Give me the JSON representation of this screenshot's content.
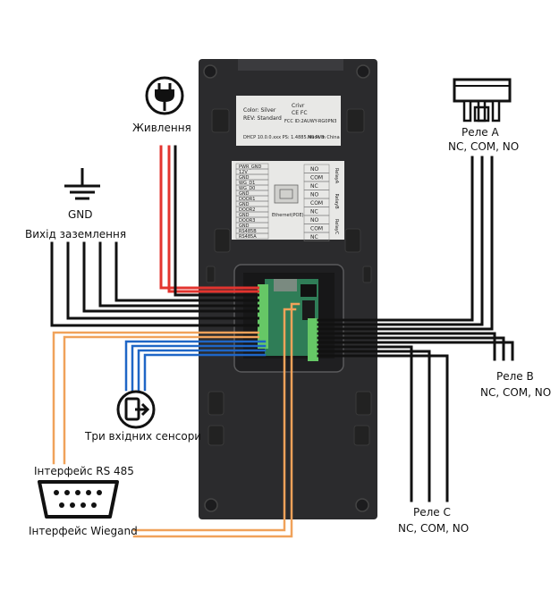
{
  "labels": {
    "power": "Живлення",
    "gnd": "GND",
    "ground_output": "Вихід заземлення",
    "relay_a_title": "Реле А",
    "relay_a_pins": "NC, COM, NO",
    "relay_b_title": "Реле В",
    "relay_b_pins": "NC, COM, NO",
    "relay_c_title": "Реле С",
    "relay_c_pins": "NC, COM, NO",
    "sensors": "Три вхідних сенсори",
    "rs485": "Інтерфейс RS 485",
    "wiegand": "Інтерфейс Wiegand"
  },
  "device_sticker": {
    "color_line": "Color: Silver",
    "rev_line": "REV: Standard",
    "brand": "Crivr",
    "fcc_line": "FCC ID:2AUWY-RG0PN3",
    "small_line": "DHCP 10.0.0.xxx  PS: 1.4885.N0 PVB",
    "made_in": "Made in China"
  },
  "terminal_table": {
    "left_pins": [
      "PWR_GND",
      "12V",
      "GND",
      "WG_D1",
      "WG_D0",
      "GND",
      "DOOR1",
      "GND",
      "DOOR2",
      "GND",
      "DOOR3",
      "GND",
      "RS485B",
      "RS485A"
    ],
    "right_pins": [
      "NO",
      "COM",
      "NC",
      "NO",
      "COM",
      "NC",
      "NO",
      "COM",
      "NC"
    ],
    "relay_groups": [
      "RelayA",
      "RelayB",
      "RelayC"
    ],
    "ethernet": "Ethernet(POE)"
  },
  "colors": {
    "power_wire": "#e3342f",
    "signal_wire": "#111111",
    "sensor_wire": "#1f66c6",
    "bus_wire": "#f0a25a",
    "device_body": "#2b2b2d"
  }
}
